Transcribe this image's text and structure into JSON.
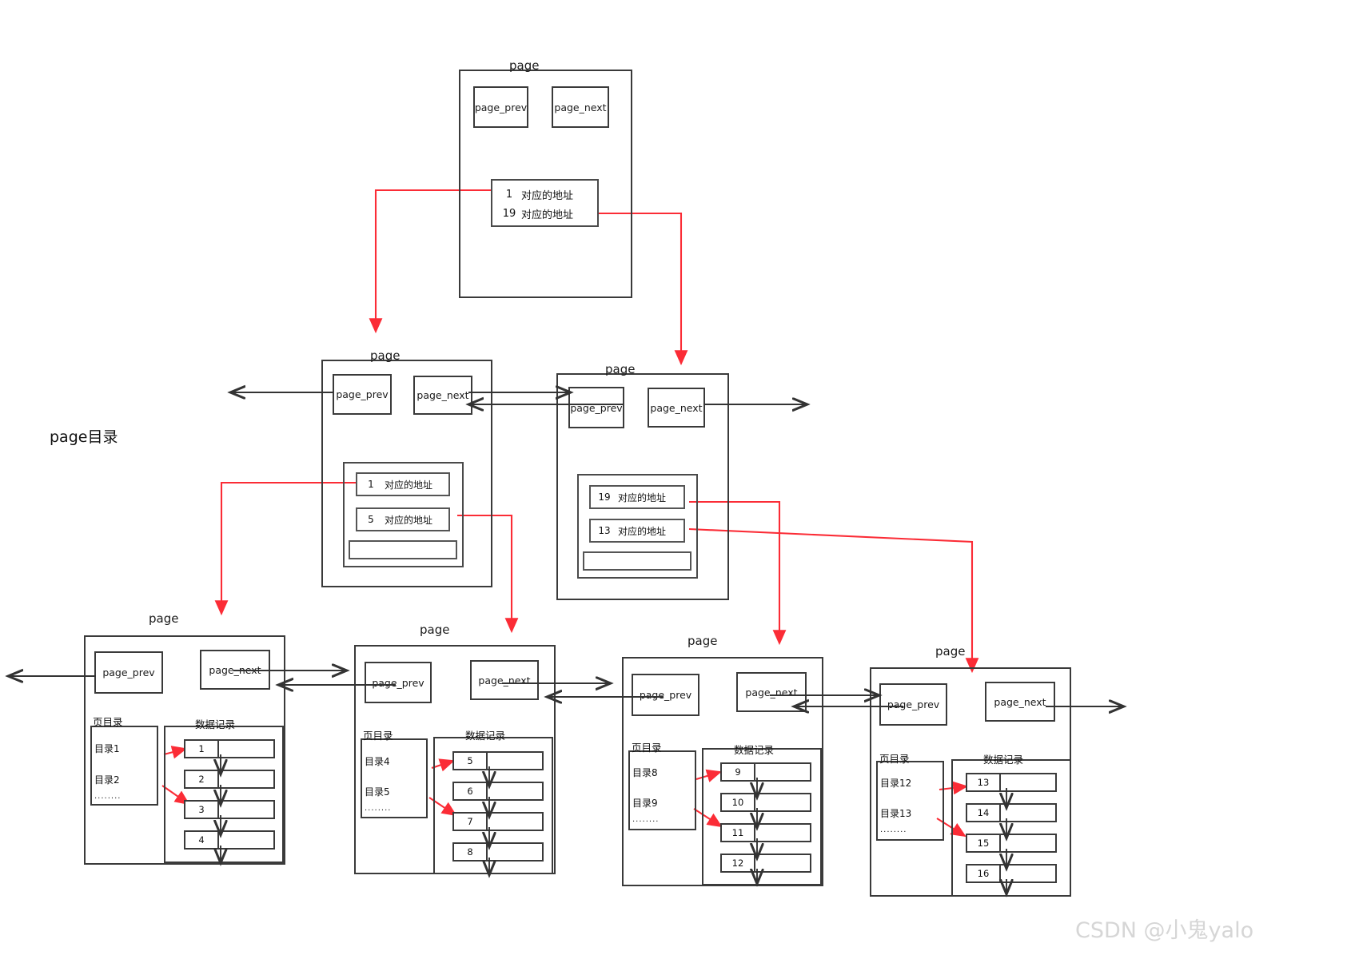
{
  "diagram": {
    "title_label": "page目录",
    "watermark": "CSDN @小鬼yalo",
    "colors": {
      "ink": "#3a3a3a",
      "pointer_red": "#fb2c36",
      "link_black": "#333333",
      "watermark": "#d6d6d6"
    },
    "common": {
      "page_caption": "page",
      "prev_label": "page_prev",
      "next_label": "page_next",
      "page_dir_caption": "页目录",
      "data_rec_caption": "数据记录",
      "address_text": "对应的地址",
      "ellipsis": "........"
    }
  },
  "levels": {
    "root": {
      "caption": "page",
      "prev": "page_prev",
      "next": "page_next",
      "entries": [
        {
          "key": "1",
          "value": "对应的地址"
        },
        {
          "key": "19",
          "value": "对应的地址"
        }
      ]
    },
    "internal": [
      {
        "caption": "page",
        "prev": "page_prev",
        "next": "page_next",
        "entries": [
          {
            "key": "1",
            "value": "对应的地址"
          },
          {
            "key": "5",
            "value": "对应的地址"
          },
          {
            "key": "",
            "value": ""
          }
        ]
      },
      {
        "caption": "page",
        "prev": "page_prev",
        "next": "page_next",
        "entries": [
          {
            "key": "19",
            "value": "对应的地址"
          },
          {
            "key": "13",
            "value": "对应的地址"
          },
          {
            "key": "",
            "value": ""
          }
        ]
      }
    ],
    "leaves": [
      {
        "caption": "page",
        "prev": "page_prev",
        "next": "page_next",
        "dir_caption": "页目录",
        "rec_caption": "数据记录",
        "dir_items": [
          "目录1",
          "目录2",
          "........"
        ],
        "records": [
          "1",
          "2",
          "3",
          "4"
        ]
      },
      {
        "caption": "page",
        "prev": "page_prev",
        "next": "page_next",
        "dir_caption": "页目录",
        "rec_caption": "数据记录",
        "dir_items": [
          "目录4",
          "目录5",
          "........"
        ],
        "records": [
          "5",
          "6",
          "7",
          "8"
        ]
      },
      {
        "caption": "page",
        "prev": "page_prev",
        "next": "page_next",
        "dir_caption": "页目录",
        "rec_caption": "数据记录",
        "dir_items": [
          "目录8",
          "目录9",
          "........"
        ],
        "records": [
          "9",
          "10",
          "11",
          "12"
        ]
      },
      {
        "caption": "page",
        "prev": "page_prev",
        "next": "page_next",
        "dir_caption": "页目录",
        "rec_caption": "数据记录",
        "dir_items": [
          "目录12",
          "目录13",
          "........"
        ],
        "records": [
          "13",
          "14",
          "15",
          "16"
        ]
      }
    ]
  }
}
